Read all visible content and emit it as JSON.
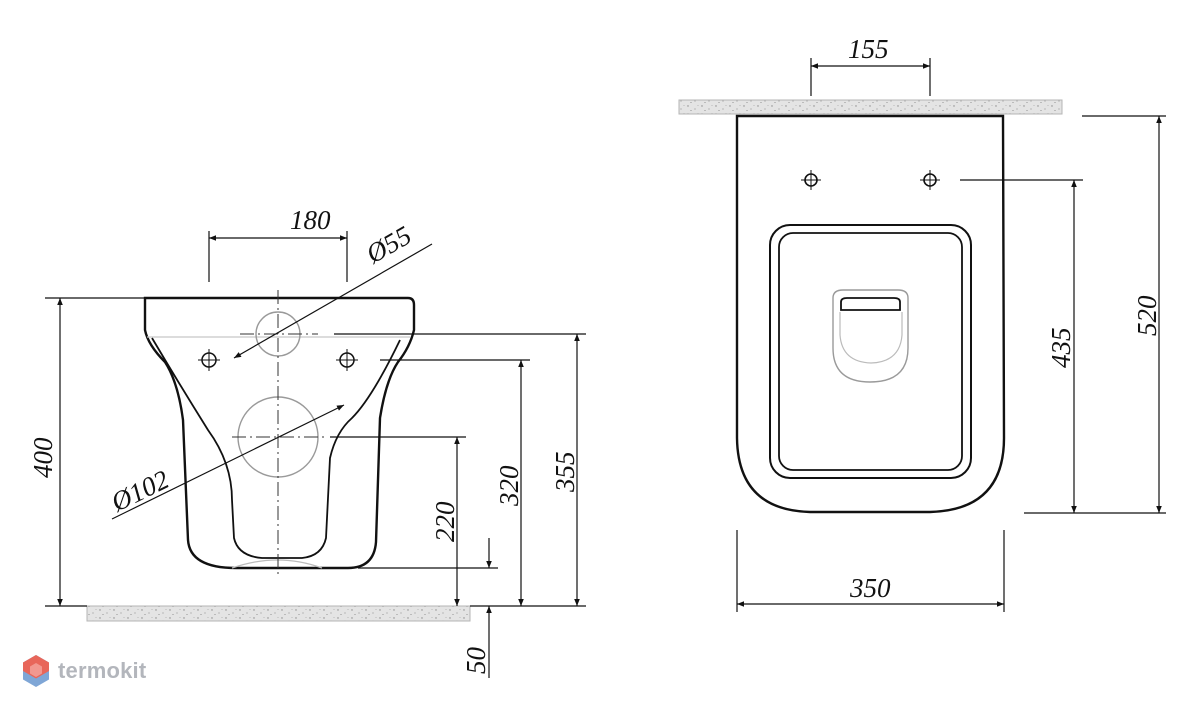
{
  "dimensions": {
    "front_width": "180",
    "outlet_diameter_small": "Ø55",
    "outlet_diameter_large": "Ø102",
    "front_height": "400",
    "bolt_height": "320",
    "total_height": "355",
    "outlet_height": "220",
    "floor_gap": "50",
    "top_bolt_spacing": "155",
    "top_width": "350",
    "top_bolt_depth": "435",
    "top_depth": "520"
  },
  "brand": {
    "name": "termokit"
  },
  "colors": {
    "line": "#111111",
    "thin_line": "#333333",
    "hidden_line": "#9a9a9a",
    "concrete": "#e2e2e2",
    "logo_red": "#e8665a",
    "logo_blue": "#7fa6d6",
    "logo_text": "#b3b6bc"
  }
}
